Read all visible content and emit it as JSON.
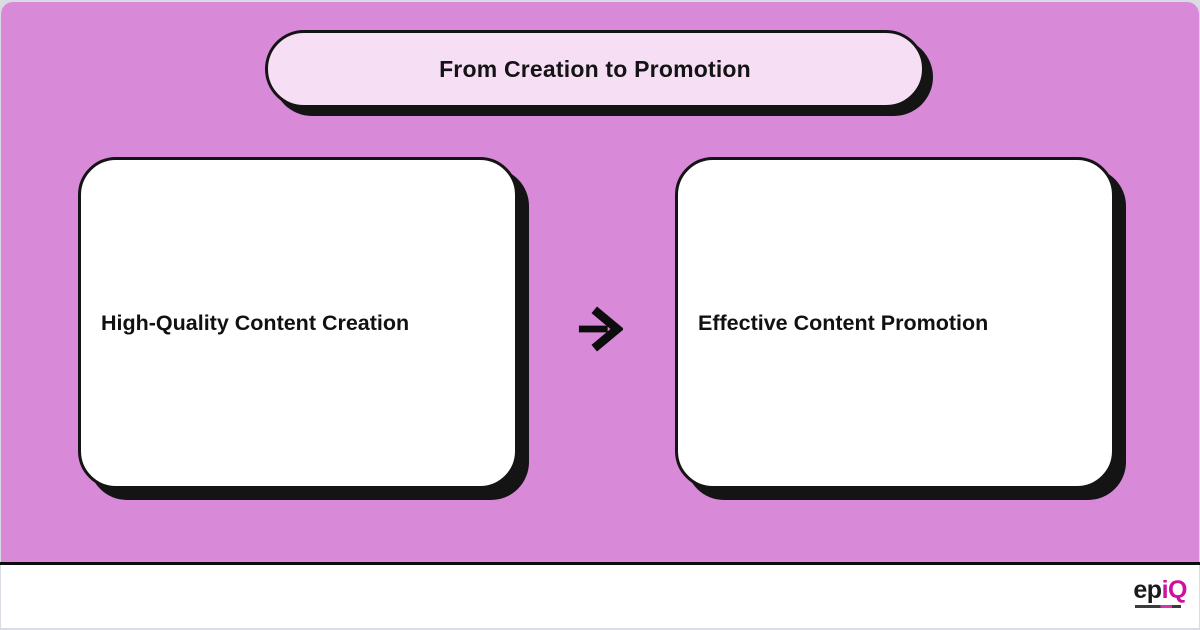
{
  "page": {
    "title": "From Creation to Promotion"
  },
  "colors": {
    "background_purple": "#d88ad8",
    "pill_pink": "#f6def4",
    "ink_black": "#141414",
    "card_white": "#ffffff",
    "logo_magenta": "#cf0f9f"
  },
  "flow": {
    "title": "From Creation to Promotion",
    "steps": [
      {
        "label": "High-Quality Content Creation"
      },
      {
        "label": "Effective Content Promotion"
      }
    ],
    "arrow_glyph": "→"
  },
  "footer": {
    "logo_prefix": "ep",
    "logo_suffix": "iQ"
  }
}
